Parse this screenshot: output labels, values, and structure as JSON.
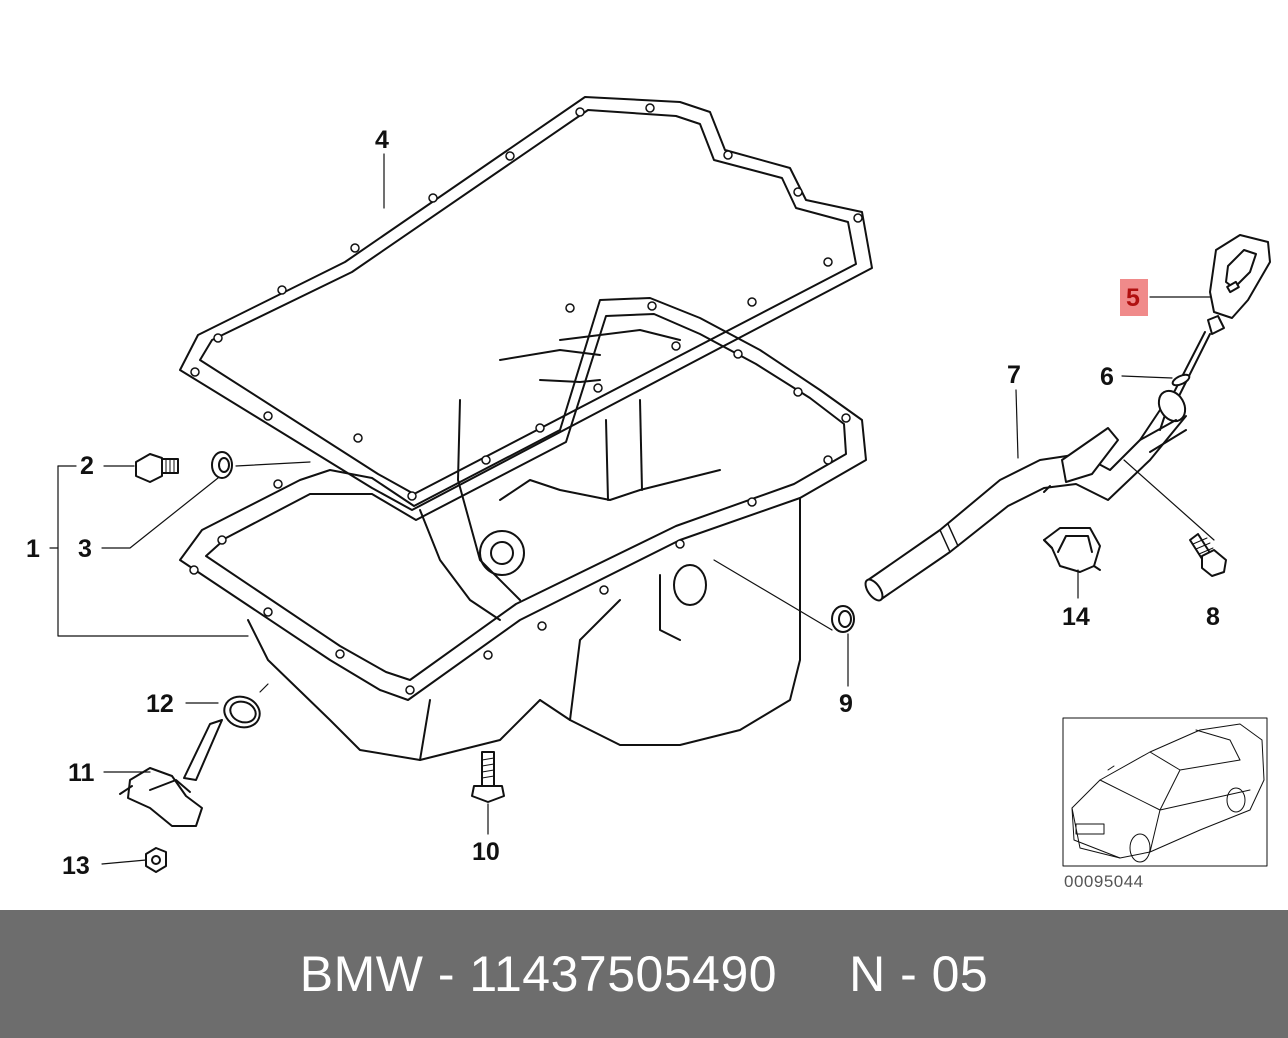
{
  "callouts": {
    "c1": "1",
    "c2": "2",
    "c3": "3",
    "c4": "4",
    "c5": "5",
    "c6": "6",
    "c7": "7",
    "c8": "8",
    "c9": "9",
    "c10": "10",
    "c11": "11",
    "c12": "12",
    "c13": "13",
    "c14": "14"
  },
  "highlighted_part": "5",
  "reference_number": "00095044",
  "footer": {
    "brand": "BMW",
    "separator": " - ",
    "part_number": "11437505490",
    "gap": "     ",
    "position": "N - 05"
  },
  "colors": {
    "highlight": "#f08a8a",
    "footer_background": "#6d6d6d",
    "footer_text": "#ffffff",
    "line_art": "#111111"
  }
}
